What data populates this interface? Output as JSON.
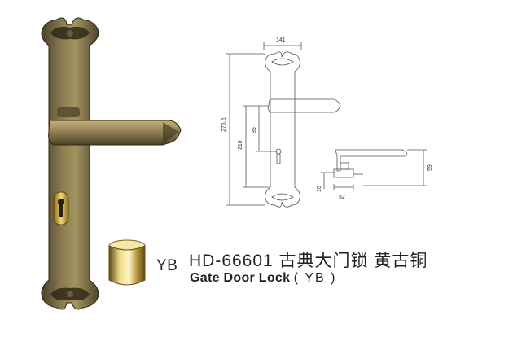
{
  "product": {
    "model_title": "HD-66601 古典大门锁  黄古铜",
    "subtitle_name": "Gate Door Lock",
    "subtitle_finish": "( YB )",
    "finish_code": "YB"
  },
  "dimensions": {
    "width": "141",
    "total_height": "276.5",
    "handle_to_bottom": "210",
    "center_distance": "85",
    "projection": "59",
    "rose_depth": "10",
    "rose_width": "52"
  },
  "colors": {
    "bronze_dark": "#3c3320",
    "bronze_mid": "#7a6a44",
    "bronze_light": "#b8a672",
    "brass_key": "#d9b84a",
    "line": "#555555"
  }
}
